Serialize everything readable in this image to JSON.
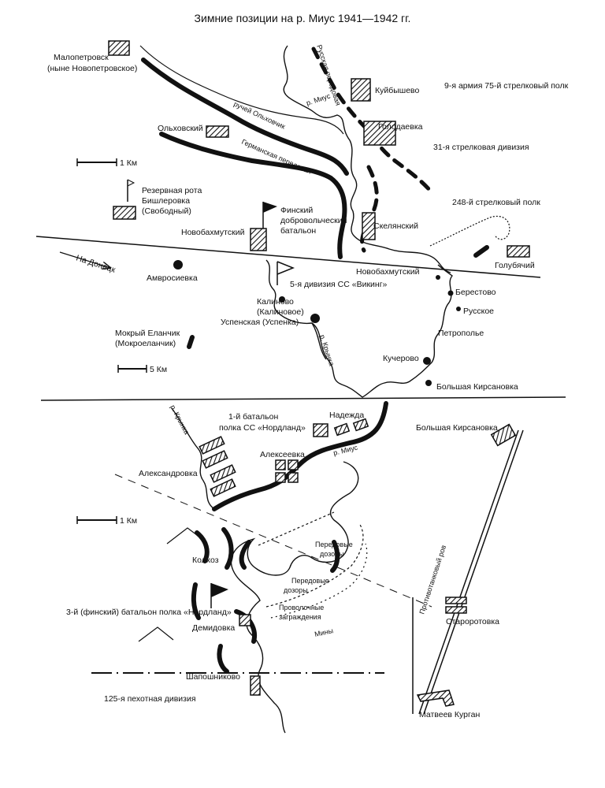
{
  "title": "Зимние позиции на р. Миус 1941—1942 гг.",
  "section1": {
    "places": {
      "malopetrovsk": "Малопетровск",
      "malopetrovsk_alt": "(ныне Новопетровское)",
      "kuybyshevo": "Куйбышево",
      "golodaevka": "Голодаевка",
      "olkhovsky": "Ольховский",
      "reserve_1": "Резервная рота",
      "reserve_2": "Бишлеровка",
      "reserve_3": "(Свободный)",
      "novobakhmutsky": "Новобахмутский",
      "skelyansky": "Скелянский",
      "golubyachy": "Голубячий"
    },
    "labels": {
      "army": "9-я армия 75-й стрелковый полк",
      "division_31": "31-я стрелковая дивизия",
      "regiment_248": "248-й стрелковый полк",
      "finnish_1": "Финский",
      "finnish_2": "добровольческий",
      "finnish_3": "батальон",
      "russian_front": "Русская передовая",
      "german_front": "Германская передовая",
      "creek": "ручей Ольховчик",
      "river_mius": "р. Миус",
      "scale": "1 Км"
    }
  },
  "section2": {
    "places": {
      "ambrosievka": "Амвросиевка",
      "novobakhmutsky": "Новобахмутский",
      "berestovo": "Берестово",
      "russkoe": "Русское",
      "kalinovo_1": "Калиново",
      "kalinovo_2": "(Калиновое)",
      "uspenskaya": "Успенская (Успенка)",
      "petropole": "Петрополье",
      "mokry_1": "Мокрый Еланчик",
      "mokry_2": "(Мокроеланчик)",
      "kucherovo": "Кучерово",
      "bolshaya_kirsanovka": "Большая Кирсановка"
    },
    "labels": {
      "to_donetsk": "На Донецк",
      "ss_viking": "5-я дивизия СС «Викинг»",
      "river_krynka": "р. Крынка",
      "scale": "5 Км"
    }
  },
  "section3": {
    "places": {
      "nadezhda": "Надежда",
      "bolshaya_kirsanovka": "Большая Кирсановка",
      "alekseevka": "Алексеевка",
      "aleksandrovka": "Александровка",
      "kolkhoz": "Колхоз",
      "demidovka": "Демидовка",
      "starorotovka": "Староротовка",
      "shaposhnikovo": "Шапошниково",
      "matveev_kurgan": "Матвеев Курган"
    },
    "labels": {
      "nordland_1_a": "1-й батальон",
      "nordland_1_b": "полка СС «Нордланд»",
      "river_mius": "р. Миус",
      "river_krynka": "р. Крынка",
      "scale": "1 Км",
      "patrols_1_a": "Передовые",
      "patrols_1_b": "дозоры",
      "patrols_2_a": "Передовые",
      "patrols_2_b": "дозоры",
      "wire_1": "Проволочные",
      "wire_2": "заграждения",
      "mines": "Мины",
      "nordland_3": "3-й (финский) батальон полка «Нордланд»",
      "infantry_125": "125-я пехотная дивизия",
      "antitank_ditch": "Противотанковый ров"
    }
  }
}
